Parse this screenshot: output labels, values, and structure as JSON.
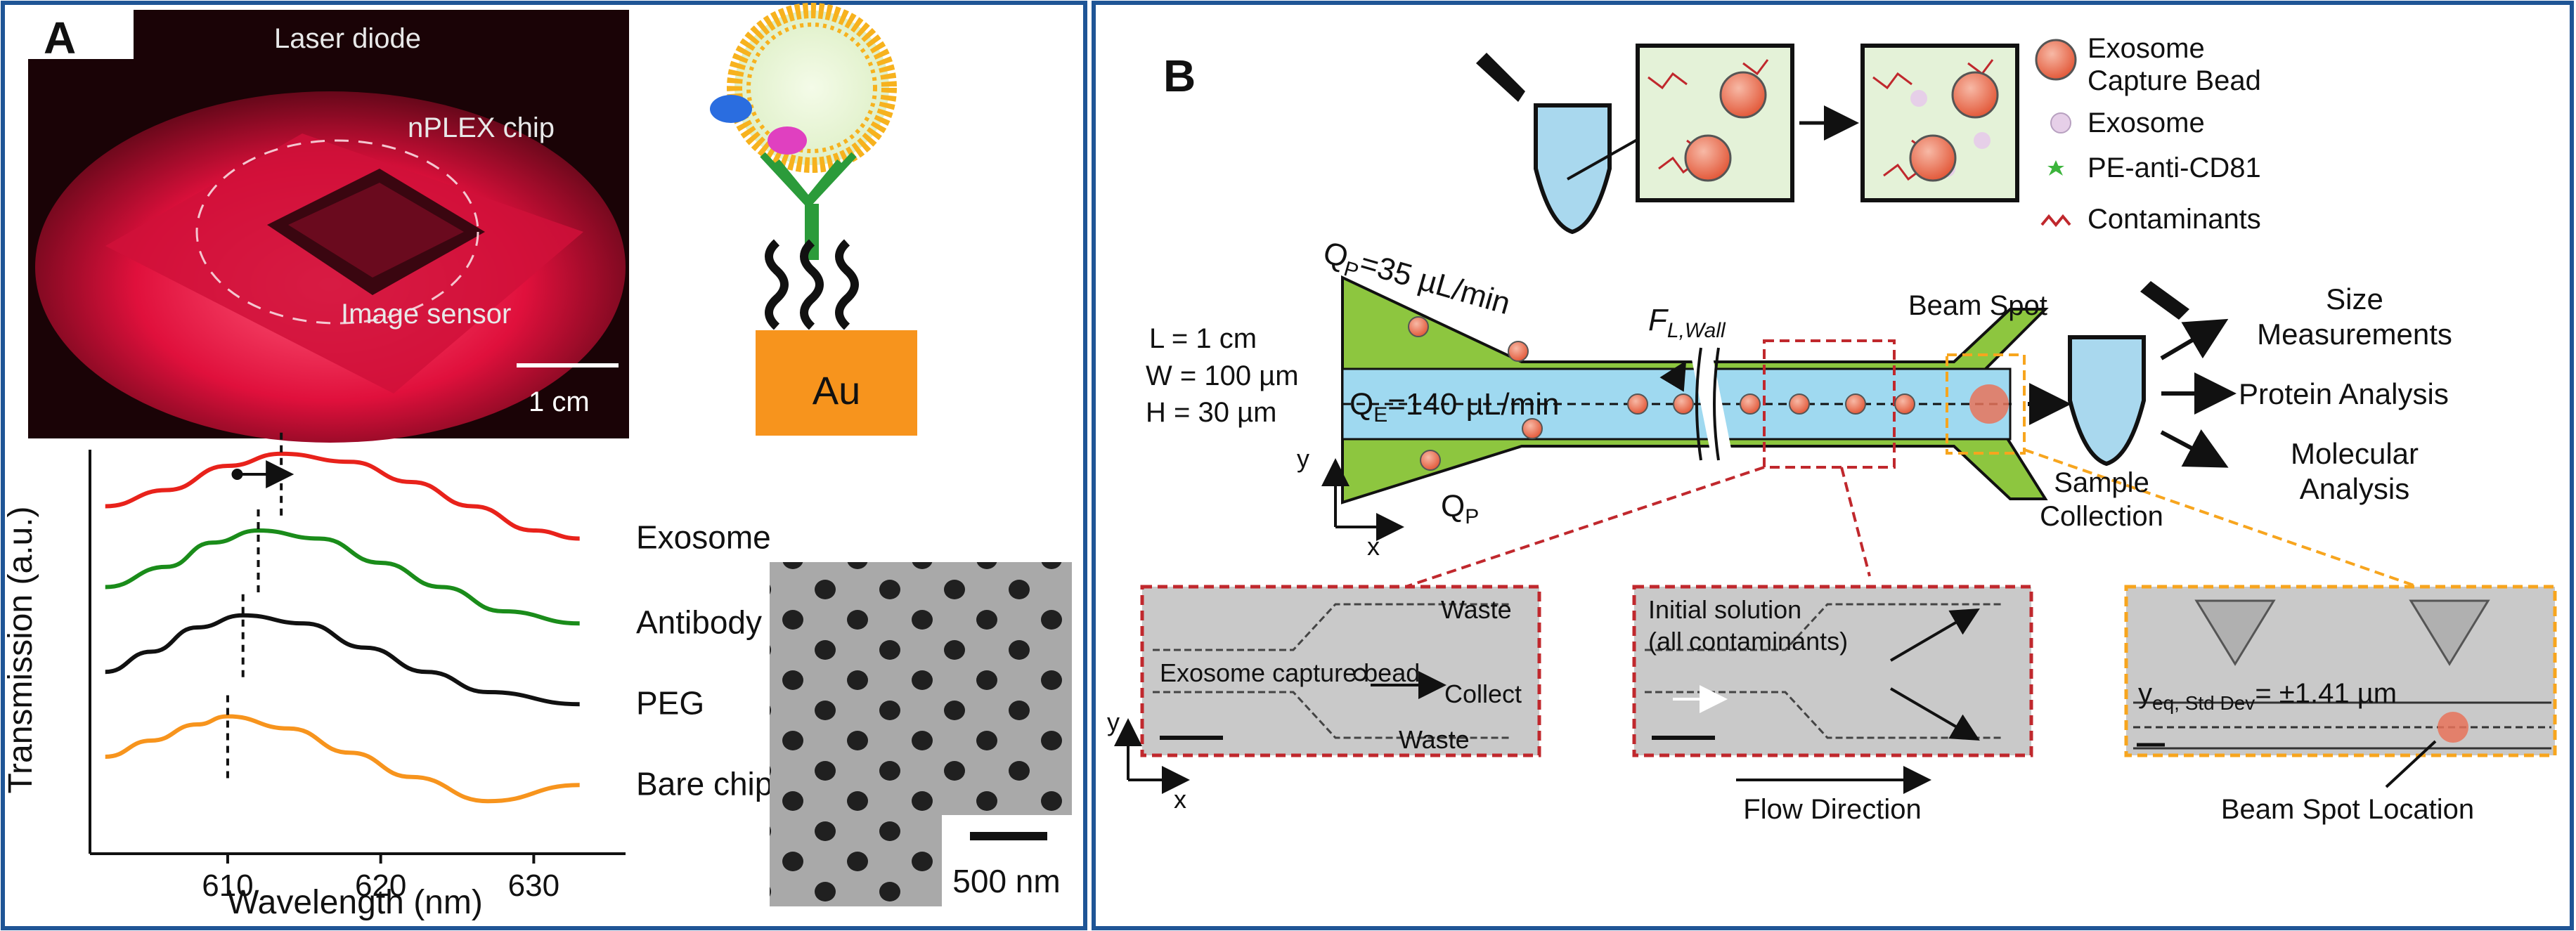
{
  "colors": {
    "panel_border": "#1f5596",
    "exosome": "#e8221b",
    "antibody": "#1a8c1a",
    "peg": "#111111",
    "bare_chip": "#f7941d",
    "channel_green": "#8dc63f",
    "channel_blue": "#9fd9f0",
    "bead": "#e8735a",
    "gold": "#f7941d",
    "red_dash": "#c0282d",
    "orange_dash": "#f7a51e"
  },
  "panelA": {
    "label": "A",
    "photo": {
      "laser_diode": "Laser diode",
      "nplex_chip": "nPLEX chip",
      "image_sensor": "Image sensor",
      "scale": "1 cm"
    },
    "au_label": "Au",
    "sem_scale": "500 nm"
  },
  "chart_data": {
    "type": "line",
    "xlabel": "Wavelength (nm)",
    "ylabel": "Transmission (a.u.)",
    "xlim": [
      601,
      636
    ],
    "x_ticks": [
      "610",
      "620",
      "630"
    ],
    "x_tick_values": [
      610,
      620,
      630
    ],
    "grid": false,
    "legend": "right of curves",
    "series": [
      {
        "name": "Exosome",
        "color": "#e8221b",
        "peak_nm": 613.5,
        "x": [
          602,
          606,
          610,
          613.5,
          618,
          622,
          626,
          630,
          633
        ],
        "y": [
          0.86,
          0.9,
          0.96,
          0.99,
          0.97,
          0.92,
          0.86,
          0.8,
          0.78
        ]
      },
      {
        "name": "Antibody",
        "color": "#1a8c1a",
        "peak_nm": 612,
        "x": [
          602,
          606,
          609,
          612,
          616,
          620,
          624,
          628,
          633
        ],
        "y": [
          0.66,
          0.71,
          0.77,
          0.8,
          0.78,
          0.72,
          0.66,
          0.6,
          0.57
        ]
      },
      {
        "name": "PEG",
        "color": "#111111",
        "peak_nm": 611,
        "x": [
          602,
          605,
          608,
          611,
          615,
          619,
          623,
          627,
          633
        ],
        "y": [
          0.45,
          0.5,
          0.56,
          0.59,
          0.57,
          0.51,
          0.45,
          0.4,
          0.37
        ]
      },
      {
        "name": "Bare chip",
        "color": "#f7941d",
        "peak_nm": 610,
        "x": [
          602,
          605,
          608,
          610,
          614,
          618,
          622,
          627,
          633
        ],
        "y": [
          0.24,
          0.28,
          0.32,
          0.34,
          0.31,
          0.25,
          0.19,
          0.13,
          0.17
        ]
      }
    ]
  },
  "panelB": {
    "label": "B",
    "legend": [
      {
        "label": "Exosome",
        "label2": "Capture Bead"
      },
      {
        "label": "Exosome"
      },
      {
        "label": "PE-anti-CD81"
      },
      {
        "label": "Contaminants"
      }
    ],
    "qp_top": "Q",
    "qp_top_sub": "P",
    "qp_top_val": "=35 µL/min",
    "qe": "Q",
    "qe_sub": "E",
    "qe_val": "=140 µL/min",
    "qp_bottom": "Q",
    "qp_bottom_sub": "P",
    "fl_wall": "F",
    "fl_wall_sub": "L,Wall",
    "dims": [
      "L = 1 cm",
      "W = 100 µm",
      "H = 30 µm"
    ],
    "beam_spot": "Beam Spot",
    "sample_collection": [
      "Sample",
      "Collection"
    ],
    "outputs": [
      {
        "line1": "Size",
        "line2": "Measurements"
      },
      {
        "line1": "Protein Analysis"
      },
      {
        "line1": "Molecular",
        "line2": "Analysis"
      }
    ],
    "axis_x": "x",
    "axis_y": "y",
    "inset1": {
      "waste_top": "Waste",
      "capture": "Exosome capture bead",
      "collect": "Collect",
      "waste_bottom": "Waste"
    },
    "inset2": {
      "line1": "Initial solution",
      "line2": "(all contaminants)"
    },
    "inset3": {
      "y_eq": "y",
      "y_eq_sub": "eq, Std Dev",
      "y_eq_val": "= ±1.41 µm",
      "caption": "Beam Spot Location"
    },
    "flow_direction": "Flow Direction"
  }
}
